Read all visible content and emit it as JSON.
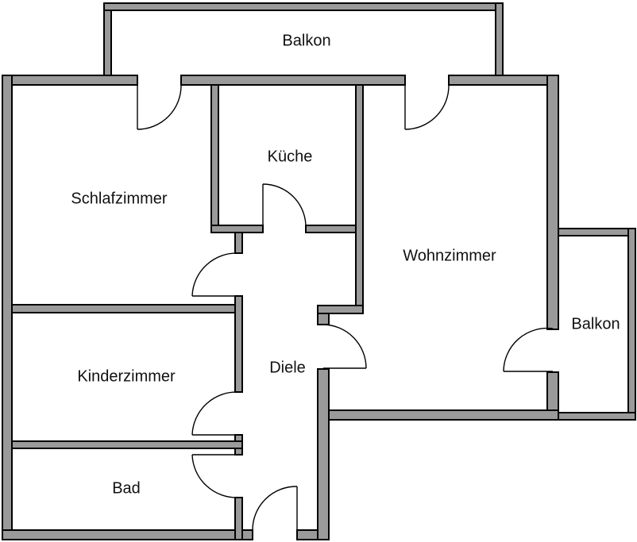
{
  "floor_plan": {
    "rooms": {
      "balkon_top": "Balkon",
      "schlafzimmer": "Schlafzimmer",
      "kueche": "Küche",
      "wohnzimmer": "Wohnzimmer",
      "kinderzimmer": "Kinderzimmer",
      "diele": "Diele",
      "bad": "Bad",
      "balkon_right": "Balkon"
    },
    "colors": {
      "wall_fill": "#9a9a9a",
      "wall_outline": "#000000",
      "background": "#ffffff"
    }
  }
}
